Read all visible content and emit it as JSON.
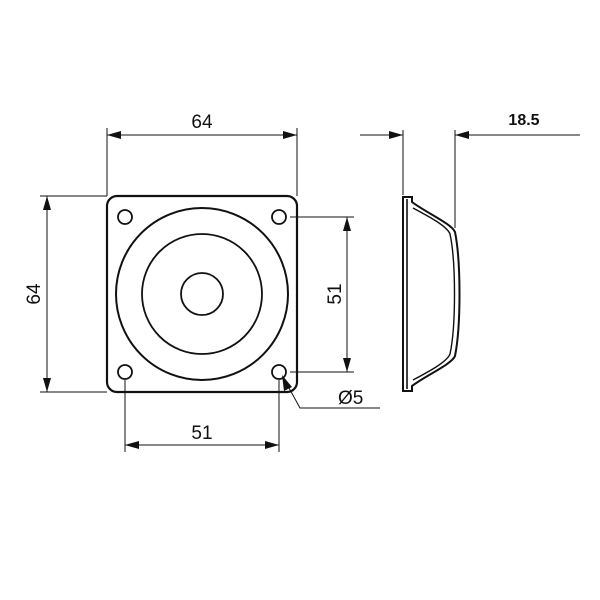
{
  "dimensions": {
    "front_width": "64",
    "front_height": "64",
    "hole_spacing_horizontal": "51",
    "hole_spacing_vertical": "51",
    "hole_diameter": "Ø5",
    "side_depth": "18.5"
  }
}
